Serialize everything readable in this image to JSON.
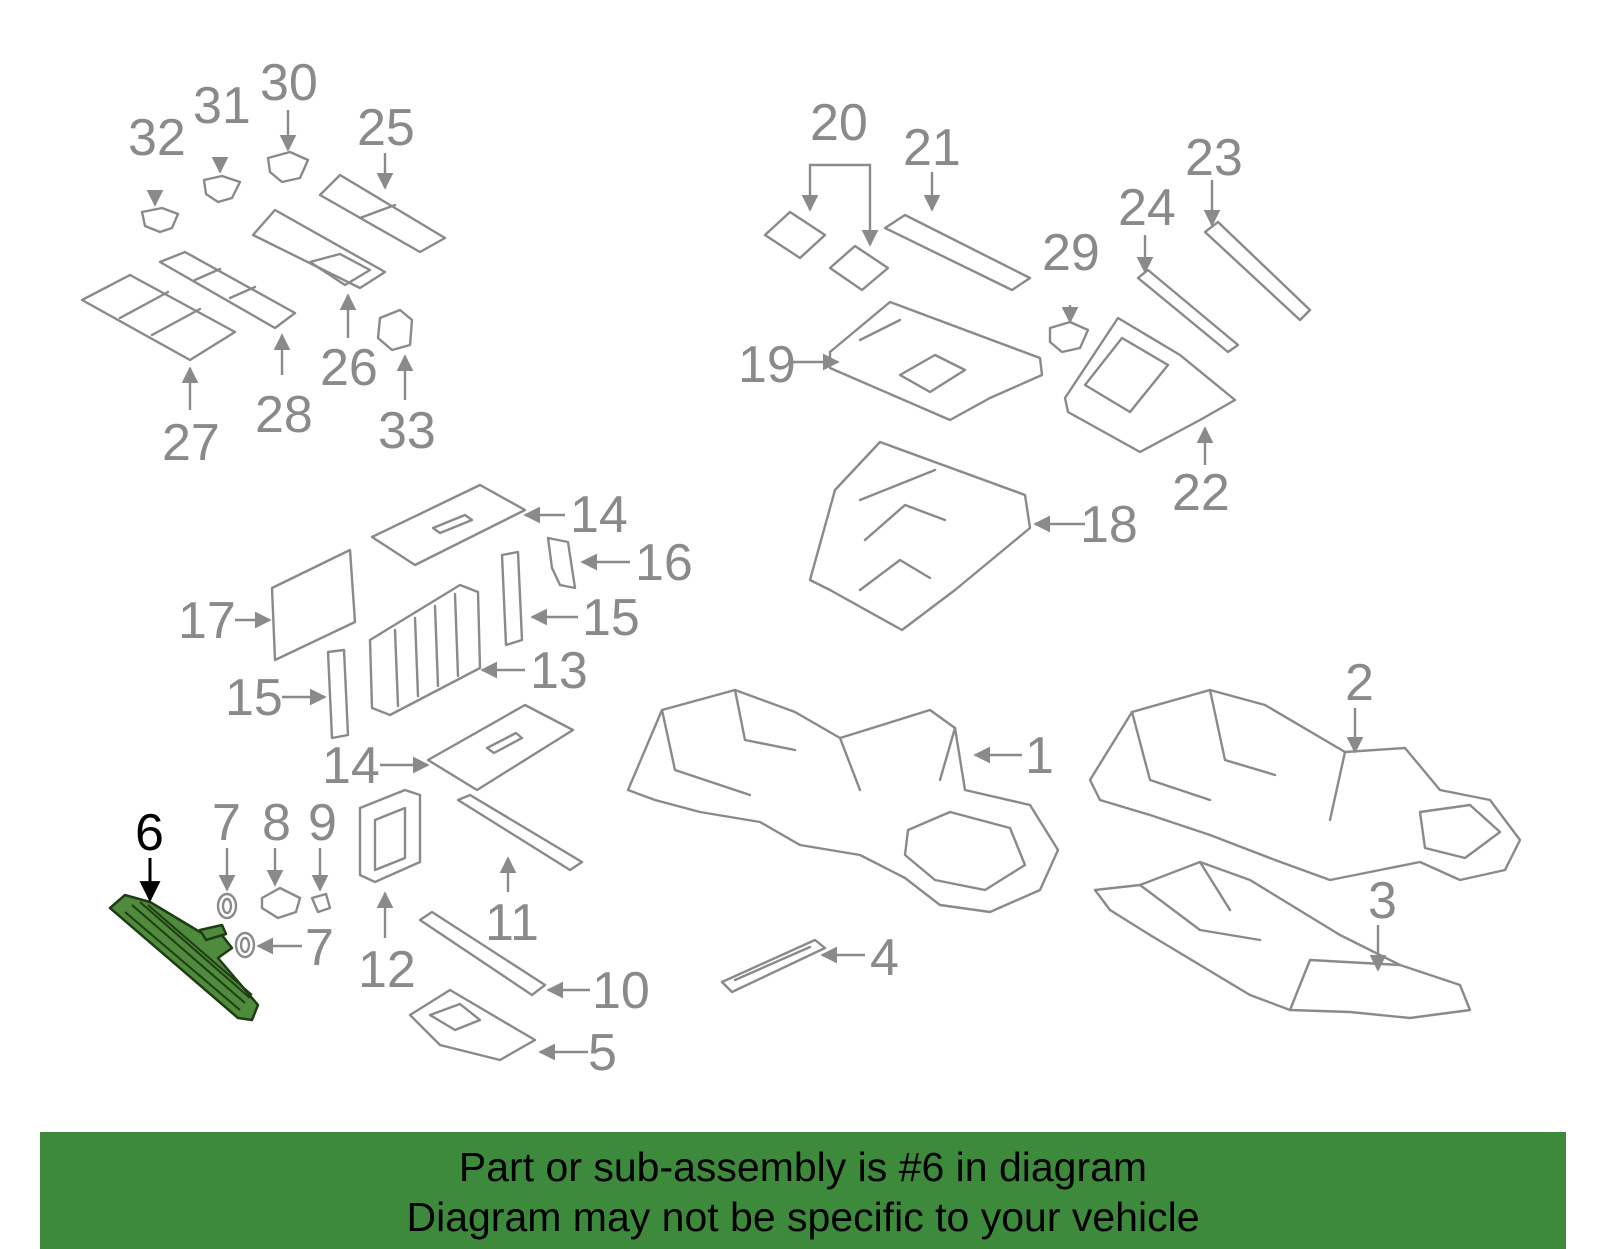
{
  "diagram": {
    "highlight_part": "6",
    "callouts": [
      "1",
      "2",
      "3",
      "4",
      "5",
      "6",
      "7",
      "7",
      "8",
      "9",
      "10",
      "11",
      "12",
      "13",
      "14",
      "14",
      "15",
      "15",
      "16",
      "17",
      "18",
      "19",
      "20",
      "21",
      "22",
      "23",
      "24",
      "25",
      "26",
      "27",
      "28",
      "29",
      "30",
      "31",
      "32",
      "33"
    ]
  },
  "banner": {
    "line1": "Part or sub-assembly is #6 in diagram",
    "line2": "Diagram may not be specific to your vehicle",
    "background": "#3d8a3d"
  },
  "colors": {
    "line_art": "#8a8a8a",
    "highlight": "#4f8a3d"
  }
}
